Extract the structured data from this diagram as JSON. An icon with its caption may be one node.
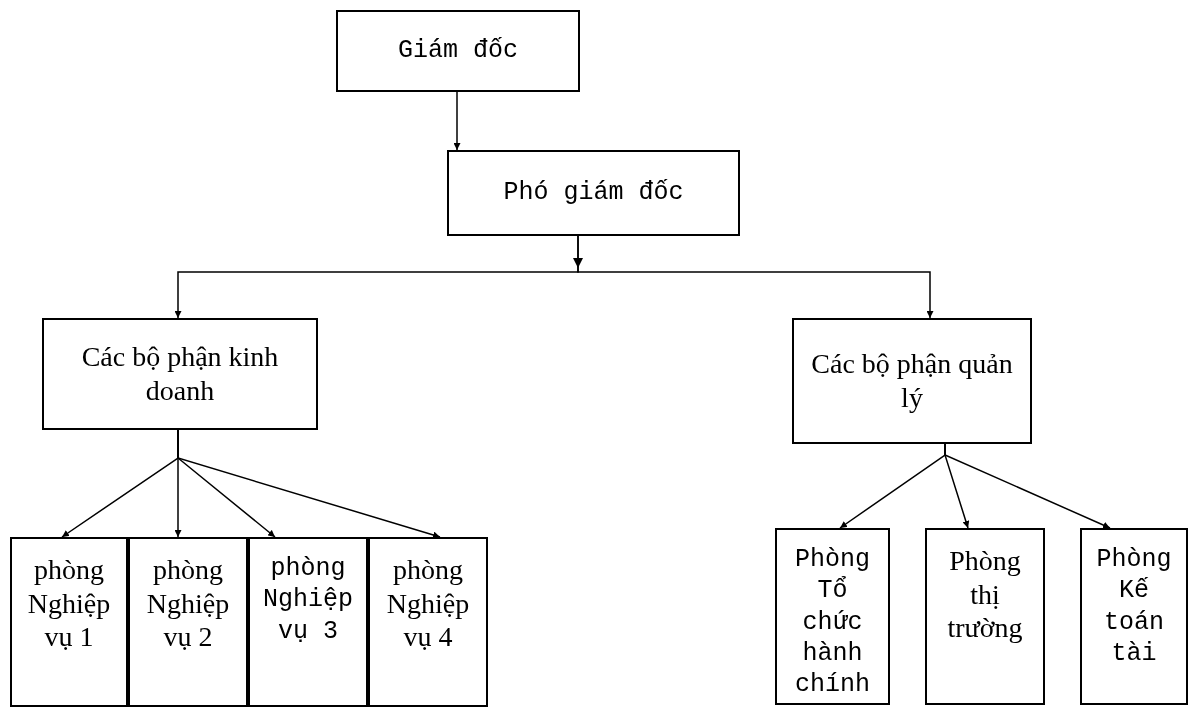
{
  "diagram": {
    "nodes": [
      {
        "text": [
          "Giám đốc"
        ]
      },
      {
        "text": [
          "Phó giám đốc"
        ]
      },
      {
        "text": [
          "Các bộ phận kinh doanh"
        ]
      },
      {
        "text": [
          "Các bộ phận quản lý"
        ]
      },
      {
        "text": [
          "phòng Nghiệp vụ 1"
        ]
      },
      {
        "text": [
          "phòng Nghiệp vụ 2"
        ]
      },
      {
        "text": [
          "phòng Nghiệp vụ 3"
        ]
      },
      {
        "text": [
          "phòng Nghiệp vụ 4"
        ]
      },
      {
        "text": [
          "Phòng Tổ chức hành chính"
        ]
      },
      {
        "text": [
          "Phòng thị trường"
        ]
      },
      {
        "text": [
          "Phòng Kế toán tài"
        ]
      }
    ],
    "edges": [
      {
        "from": 0,
        "to": 1,
        "arrow": "to"
      },
      {
        "from": 1,
        "to": 2,
        "arrow": "to"
      },
      {
        "from": 1,
        "to": 3,
        "arrow": "to"
      },
      {
        "from": 2,
        "to": 4,
        "arrow": "to"
      },
      {
        "from": 2,
        "to": 5,
        "arrow": "to"
      },
      {
        "from": 2,
        "to": 6,
        "arrow": "to"
      },
      {
        "from": 2,
        "to": 7,
        "arrow": "to"
      },
      {
        "from": 3,
        "to": 8,
        "arrow": "to"
      },
      {
        "from": 3,
        "to": 9,
        "arrow": "to"
      },
      {
        "from": 3,
        "to": 10,
        "arrow": "to"
      }
    ]
  }
}
